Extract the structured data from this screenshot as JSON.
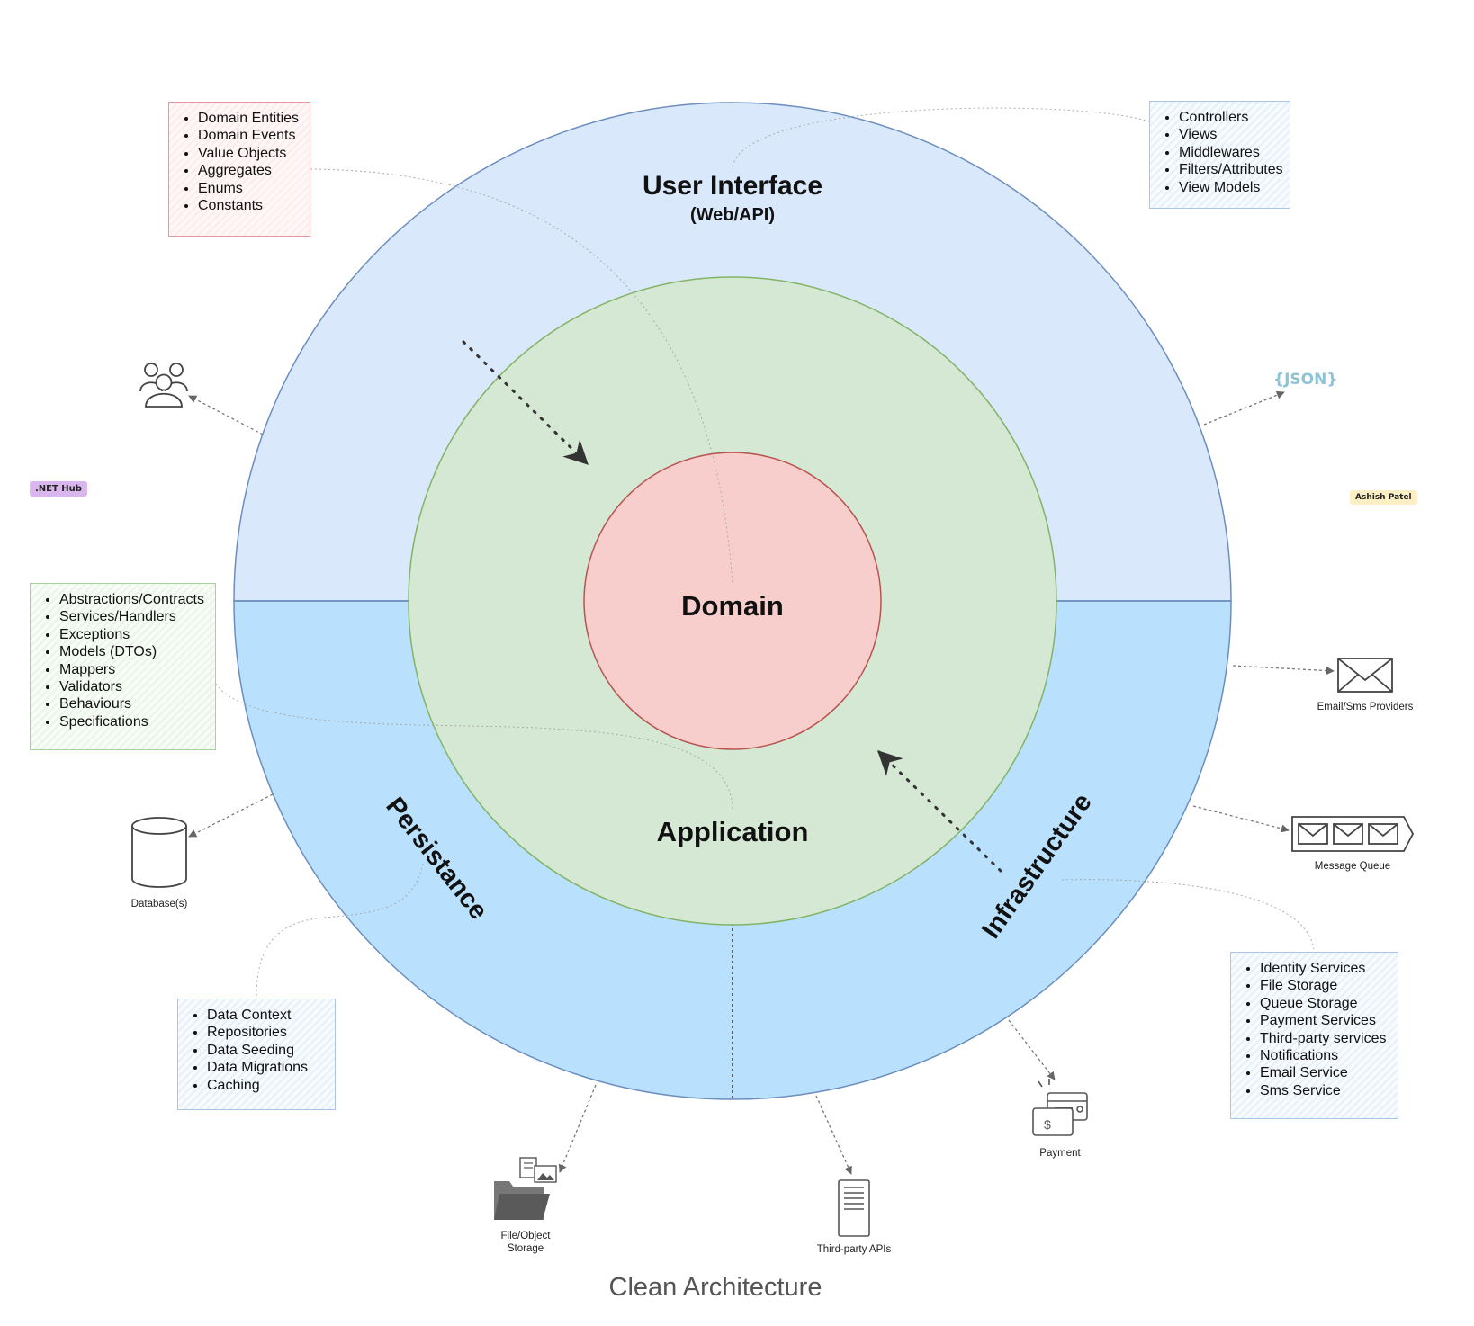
{
  "layers": {
    "ui_title": "User Interface",
    "ui_subtitle": "(Web/API)",
    "domain": "Domain",
    "application": "Application",
    "persistance": "Persistance",
    "infrastructure": "Infrastructure"
  },
  "boxes": {
    "domain": [
      "Domain Entities",
      "Domain Events",
      "Value Objects",
      "Aggregates",
      "Enums",
      "Constants"
    ],
    "ui": [
      "Controllers",
      "Views",
      "Middlewares",
      "Filters/Attributes",
      "View Models"
    ],
    "application": [
      "Abstractions/Contracts",
      "Services/Handlers",
      "Exceptions",
      "Models (DTOs)",
      "Mappers",
      "Validators",
      "Behaviours",
      "Specifications"
    ],
    "persistance": [
      "Data Context",
      "Repositories",
      "Data Seeding",
      "Data Migrations",
      "Caching"
    ],
    "infrastructure": [
      "Identity Services",
      "File Storage",
      "Queue Storage",
      "Payment Services",
      "Third-party services",
      "Notifications",
      "Email Service",
      "Sms Service"
    ]
  },
  "externals": {
    "database": "Database(s)",
    "file_storage_line1": "File/Object",
    "file_storage_line2": "Storage",
    "third_party": "Third-party APIs",
    "payment": "Payment",
    "email": "Email/Sms Providers",
    "queue": "Message Queue",
    "json": "{JSON}"
  },
  "tags": {
    "net_hub": ".NET Hub",
    "author": "Ashish Patel"
  },
  "caption": "Clean Architecture",
  "colors": {
    "ui_fill": "#dae8fc",
    "lower_fill": "#b9e0fc",
    "application_fill": "#d5e8d4",
    "domain_fill": "#f8cecc",
    "outer_stroke": "#6c8ebf",
    "green_stroke": "#82b366",
    "red_stroke": "#b85450"
  }
}
